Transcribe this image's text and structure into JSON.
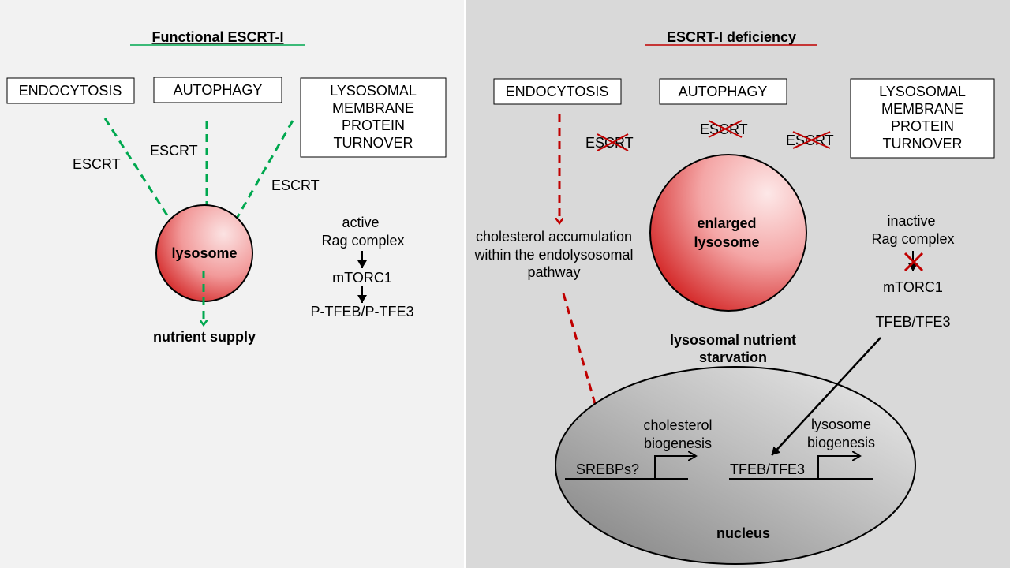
{
  "colors": {
    "left_bg": "#f2f2f2",
    "right_bg": "#d9d9d9",
    "green": "#00a84f",
    "red": "#c00000",
    "divider": "#ffffff"
  },
  "left": {
    "title": "Functional ESCRT-I",
    "boxes": {
      "endocytosis": "ENDOCYTOSIS",
      "autophagy": "AUTOPHAGY",
      "lmpt": [
        "LYSOSOMAL",
        "MEMBRANE",
        "PROTEIN",
        "TURNOVER"
      ]
    },
    "escrt": [
      "ESCRT",
      "ESCRT",
      "ESCRT"
    ],
    "lysosome": "lysosome",
    "nutrient": "nutrient supply",
    "pathway": [
      "active",
      "Rag complex",
      "mTORC1",
      "P-TFEB/P-TFE3"
    ]
  },
  "right": {
    "title": "ESCRT-I deficiency",
    "boxes": {
      "endocytosis": "ENDOCYTOSIS",
      "autophagy": "AUTOPHAGY",
      "lmpt": [
        "LYSOSOMAL",
        "MEMBRANE",
        "PROTEIN",
        "TURNOVER"
      ]
    },
    "escrt": [
      "ESCRT",
      "ESCRT",
      "ESCRT"
    ],
    "lysosome": [
      "enlarged",
      "lysosome"
    ],
    "cholesterol": [
      "cholesterol accumulation",
      "within the endolysosomal",
      "pathway"
    ],
    "pathway": [
      "inactive",
      "Rag complex",
      "mTORC1",
      "TFEB/TFE3"
    ],
    "starvation": [
      "lysosomal nutrient",
      "starvation"
    ],
    "nucleus": "nucleus",
    "genes": {
      "srebp": "SREBPs?",
      "chol_bio": [
        "cholesterol",
        "biogenesis"
      ],
      "tfeb": "TFEB/TFE3",
      "lyso_bio": [
        "lysosome",
        "biogenesis"
      ]
    }
  }
}
